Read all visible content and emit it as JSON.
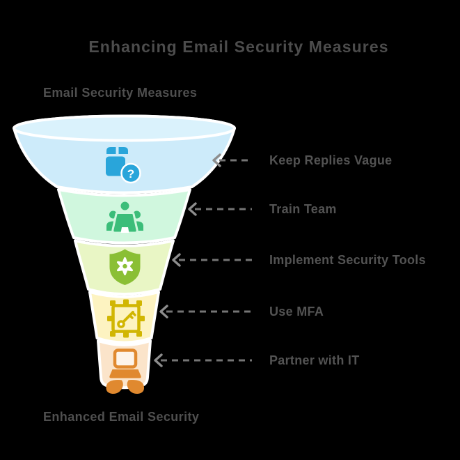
{
  "title": "Enhancing Email Security Measures",
  "funnel": {
    "top_label": "Email Security Measures",
    "bottom_label": "Enhanced Email Security",
    "top_ellipse_fill": "#daf2fc",
    "connector_color": "#757575",
    "arrowhead_color": "#8d8d8d",
    "separator_color": "#ffffff",
    "stages": [
      {
        "label": "Keep Replies Vague",
        "fill": "#cdebfa",
        "icon": "package-question-icon",
        "icon_color": "#29a5da",
        "badge_glyph": "?"
      },
      {
        "label": "Train Team",
        "fill": "#d0f7de",
        "icon": "team-icon",
        "icon_color": "#3bbd79"
      },
      {
        "label": "Implement Security Tools",
        "fill": "#e9f6c5",
        "icon": "shield-gear-icon",
        "icon_color": "#8abf35"
      },
      {
        "label": "Use MFA",
        "fill": "#fdf3c1",
        "icon": "mfa-key-icon",
        "icon_color": "#d1b602"
      },
      {
        "label": "Partner with IT",
        "fill": "#fbe4ca",
        "icon": "laptop-hands-icon",
        "icon_color": "#e0892f"
      }
    ]
  },
  "colors": {
    "background": "#000000",
    "title_text": "#4c4c4c",
    "label_text": "#535353"
  }
}
